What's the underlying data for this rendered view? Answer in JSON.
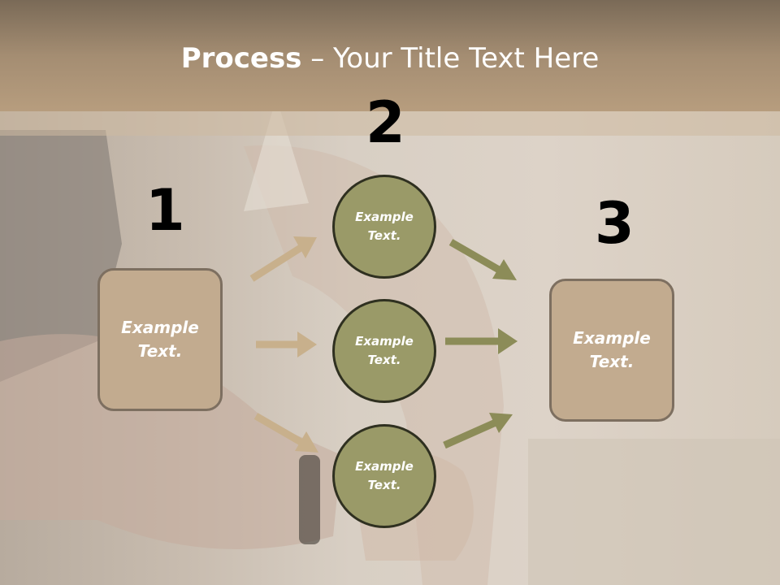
{
  "title": {
    "bold": "Process",
    "rest": " – Your Title Text Here"
  },
  "step_numbers": [
    "1",
    "2",
    "3"
  ],
  "left_box": {
    "text": "Example Text."
  },
  "circles": [
    {
      "text": "Example Text."
    },
    {
      "text": "Example Text."
    },
    {
      "text": "Example Text."
    }
  ],
  "right_box": {
    "text": "Example Text."
  },
  "colors": {
    "title_bar": "#a48d72",
    "box_fill": "#c2ab8f",
    "circle_fill": "#9a9a68",
    "left_arrow": "#c8b08c",
    "right_arrow": "#8c8c58"
  }
}
